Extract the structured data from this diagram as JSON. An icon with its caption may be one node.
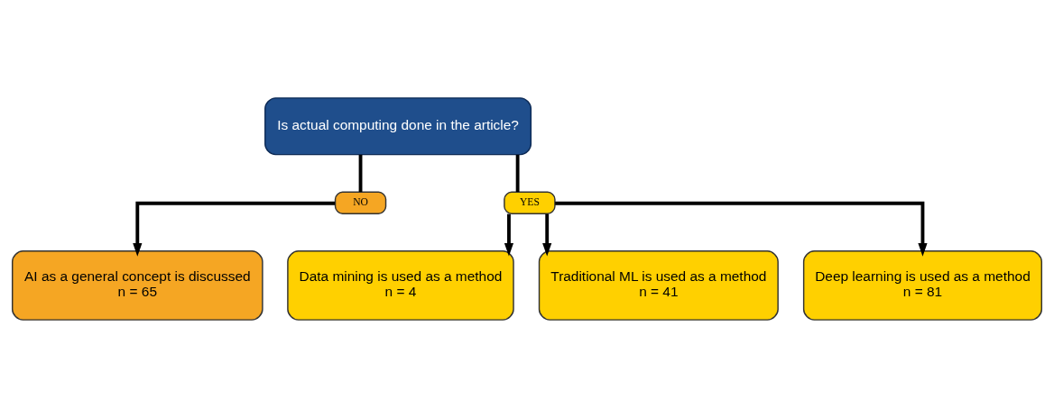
{
  "diagram": {
    "nodes": [
      {
        "text": [
          "Is actual computing done in the article?"
        ]
      },
      {
        "text": [
          "NO"
        ]
      },
      {
        "text": [
          "YES"
        ]
      },
      {
        "text": [
          "AI as a general concept is discussed",
          "n = 65"
        ]
      },
      {
        "text": [
          "Data mining is used as a method",
          "n = 4"
        ]
      },
      {
        "text": [
          "Traditional ML is used as a method",
          "n = 41"
        ]
      },
      {
        "text": [
          "Deep learning is used as a method",
          "n = 81"
        ]
      }
    ],
    "edges": [
      {
        "from": 0,
        "to": 1,
        "arrow": "none"
      },
      {
        "from": 0,
        "to": 2,
        "arrow": "none"
      },
      {
        "from": 1,
        "to": 3,
        "arrow": "to"
      },
      {
        "from": 2,
        "to": 4,
        "arrow": "to"
      },
      {
        "from": 2,
        "to": 5,
        "arrow": "to"
      },
      {
        "from": 2,
        "to": 6,
        "arrow": "to"
      }
    ]
  }
}
